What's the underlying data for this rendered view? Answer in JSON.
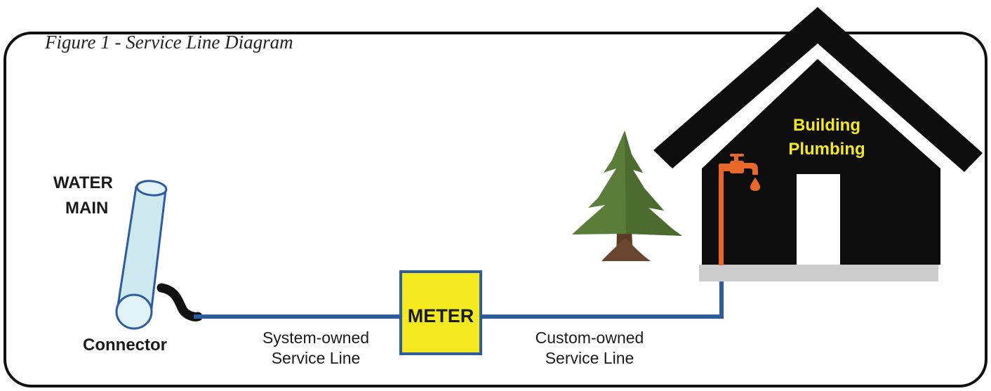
{
  "figure": {
    "caption": "Figure 1 - Service Line Diagram"
  },
  "labels": {
    "water_main_line1": "WATER",
    "water_main_line2": "MAIN",
    "connector": "Connector",
    "meter": "METER",
    "system_line_1": "System-owned",
    "system_line_2": "Service Line",
    "custom_line_1": "Custom-owned",
    "custom_line_2": "Service Line",
    "building_1": "Building",
    "building_2": "Plumbing"
  },
  "colors": {
    "pipe_blue": "#2e5c9e",
    "main_fill": "#cde8ef",
    "meter_fill": "#f2ea1f",
    "house": "#0d0d0d",
    "faucet_orange": "#e8682a",
    "tree_green": "#5a7d3a",
    "trunk_brown": "#5b3a26",
    "foundation": "#cccccc",
    "label_yellow": "#f6ea1e"
  },
  "icons": [
    "water-main-pipe",
    "connector-hose",
    "meter-box",
    "tree-icon",
    "house-icon",
    "faucet-icon",
    "water-drop-icon"
  ]
}
